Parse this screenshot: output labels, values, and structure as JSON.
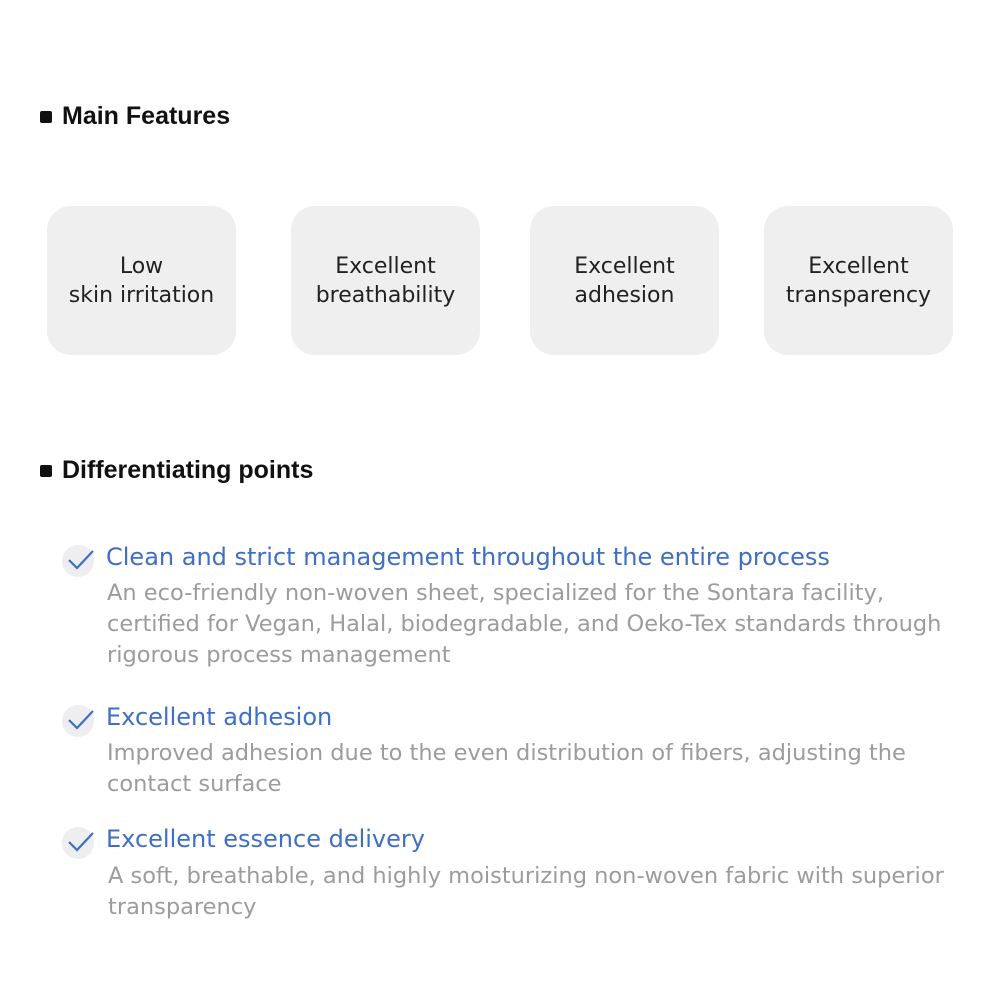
{
  "main_features": {
    "heading": "Main Features",
    "cards": [
      "Low\nskin irritation",
      "Excellent\nbreathability",
      "Excellent\nadhesion",
      "Excellent\ntransparency"
    ]
  },
  "differentiating": {
    "heading": "Differentiating points",
    "items": [
      {
        "title": "Clean and strict management throughout the entire process",
        "desc": "An eco-friendly non-woven sheet, specialized for the Sontara facility, certified for Vegan, Halal, biodegradable, and Oeko-Tex standards through rigorous process management"
      },
      {
        "title": "Excellent adhesion",
        "desc": "Improved adhesion due to the even distribution of fibers, adjusting the contact surface"
      },
      {
        "title": "Excellent essence delivery",
        "desc": "A soft, breathable, and highly moisturizing non-woven fabric with superior transparency"
      }
    ]
  },
  "colors": {
    "accent": "#3f6fc4",
    "muted": "#9c9c9c",
    "card": "#efefef"
  }
}
